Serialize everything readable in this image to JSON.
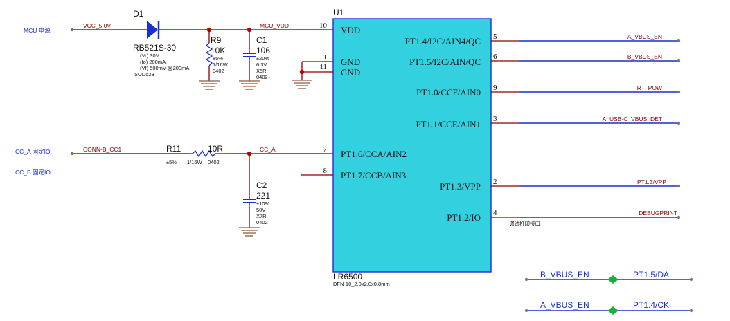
{
  "left_labels": {
    "mcu_power": "MCU 电源",
    "cc_a_fixed": "CC_A 固定IO",
    "cc_b_fixed": "CC_B 固定IO"
  },
  "nets": {
    "vcc": "VCC_5.0V",
    "mcu_vdd": "MCU_VDD",
    "conn_cc1": "CONN-B_CC1",
    "cc_a": "CC_A",
    "a_vbus_en": "A_VBUS_EN",
    "b_vbus_en": "B_VBUS_EN",
    "rt_pow": "RT_POW",
    "a_usbc_vbus_det": "A_USB-C_VBUS_DET",
    "pt13_vpp": "PT1.3/VPP",
    "debugprint": "DEBUGPRINT",
    "debug_note": "调试打印接口"
  },
  "d1": {
    "ref": "D1",
    "value": "RB521S-30",
    "vr": "(Vr) 30V",
    "io": "(Io) 200mA",
    "vf": "(Vf) 500mV @200mA",
    "pkg": "SOD523"
  },
  "r9": {
    "ref": "R9",
    "value": "10K",
    "tol": "±5%",
    "power": "1/16W",
    "pkg": "0402"
  },
  "c1": {
    "ref": "C1",
    "value": "106",
    "tol": "±20%",
    "volt": "6.3V",
    "diel": "X5R",
    "pkg": "0402+"
  },
  "r11": {
    "ref": "R11",
    "value": "10R",
    "tol": "±5%",
    "power": "1/16W",
    "pkg": "0402"
  },
  "c2": {
    "ref": "C2",
    "value": "221",
    "tol": "±10%",
    "volt": "50V",
    "diel": "X7R",
    "pkg": "0402"
  },
  "u1": {
    "ref": "U1",
    "part": "LR6500",
    "pkg": "DFN-10_2.0x2.0x0.8mm",
    "fill": "#33d0df",
    "left_pins": [
      {
        "num": "10",
        "name": "VDD"
      },
      {
        "num": "1",
        "name": "GND"
      },
      {
        "num": "11",
        "name": "GND"
      },
      {
        "num": "7",
        "name": "PT1.6/CCA/AIN2"
      },
      {
        "num": "8",
        "name": "PT1.7/CCB/AIN3"
      }
    ],
    "right_pins": [
      {
        "num": "5",
        "name": "PT1.4/I2C/AIN4/QC"
      },
      {
        "num": "6",
        "name": "PT1.5/I2C/AIN/QC"
      },
      {
        "num": "9",
        "name": "PT1.0/CCF/AIN0"
      },
      {
        "num": "3",
        "name": "PT1.1/CCE/AIN1"
      },
      {
        "num": "2",
        "name": "PT1.3/VPP"
      },
      {
        "num": "4",
        "name": "PT1.2/IO"
      }
    ]
  },
  "net_ties": [
    {
      "left": "B_VBUS_EN",
      "right": "PT1.5/DA"
    },
    {
      "left": "A_VBUS_EN",
      "right": "PT1.4/CK"
    }
  ]
}
